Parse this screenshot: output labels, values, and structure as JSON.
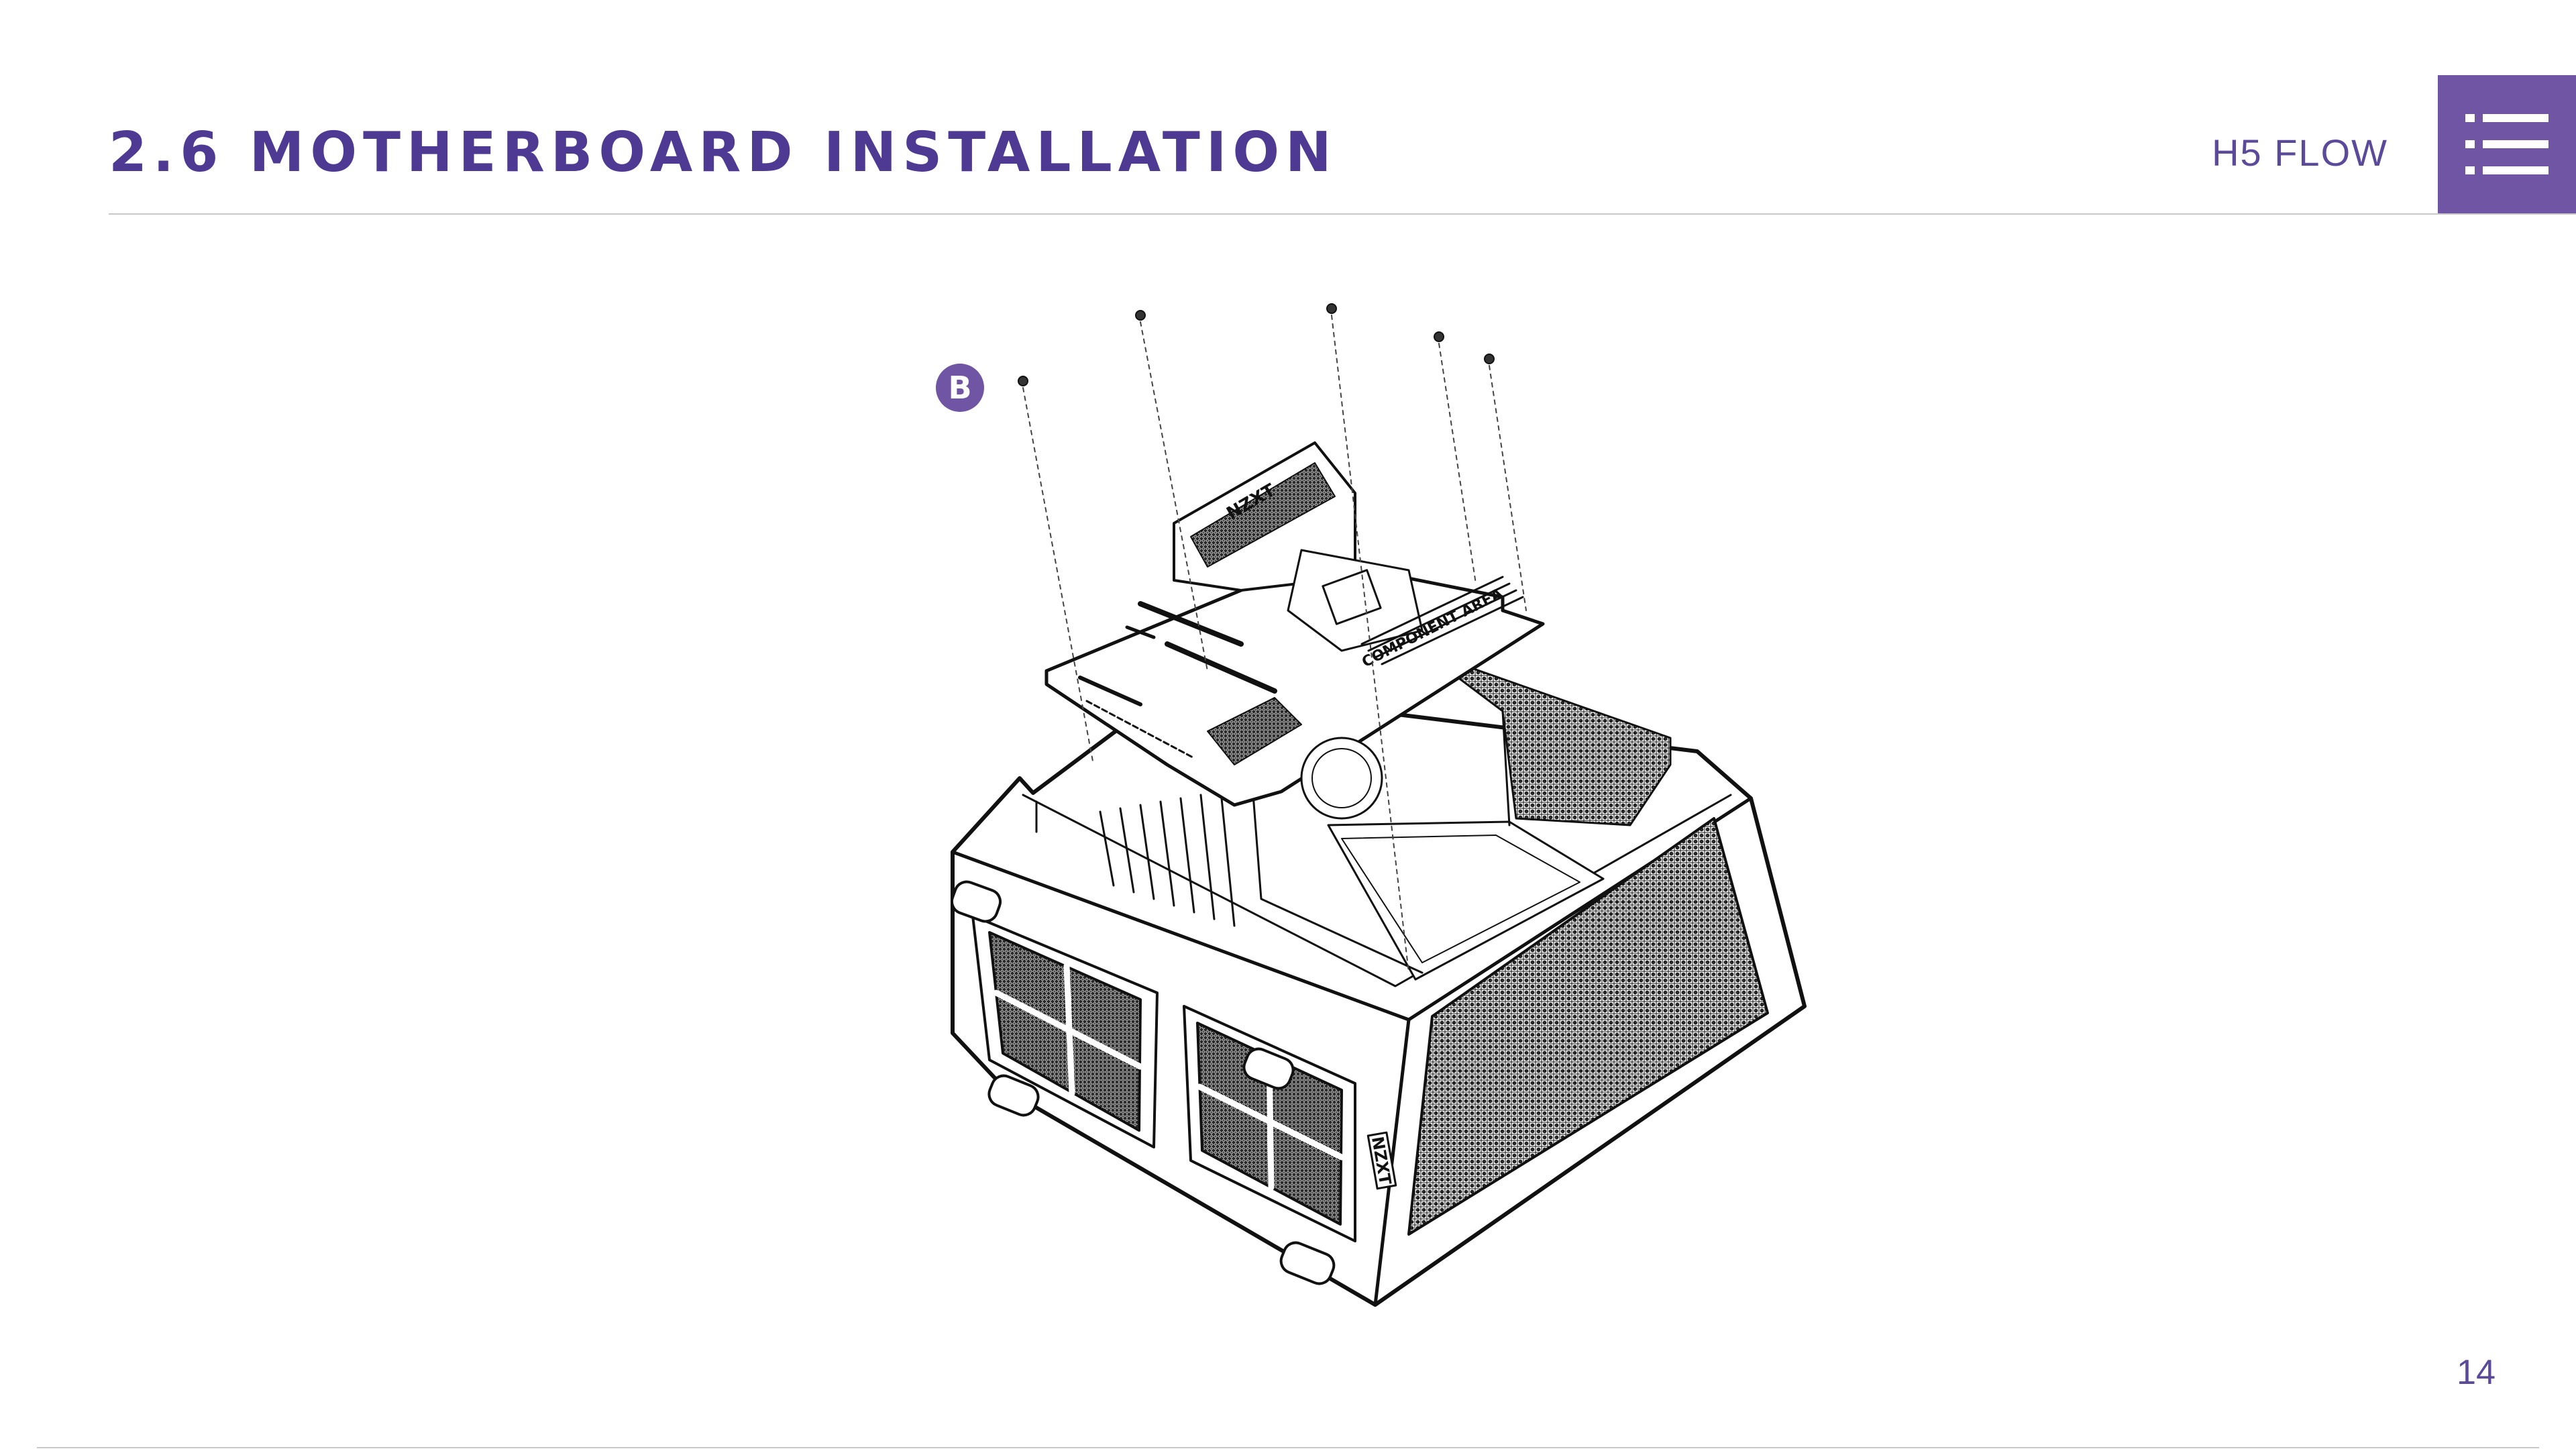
{
  "header": {
    "title": "2.6 MOTHERBOARD INSTALLATION",
    "product": "H5 FLOW",
    "toc_icon": "list-icon"
  },
  "illustration": {
    "step_label": "B",
    "board_brand": "NZXT",
    "board_area_label": "COMPONENT AREA",
    "case_brand": "NZXT"
  },
  "colors": {
    "accent": "#6f55a3",
    "title": "#4e3a93",
    "rule": "#c8c8c8"
  },
  "footer": {
    "page_number": "14"
  }
}
